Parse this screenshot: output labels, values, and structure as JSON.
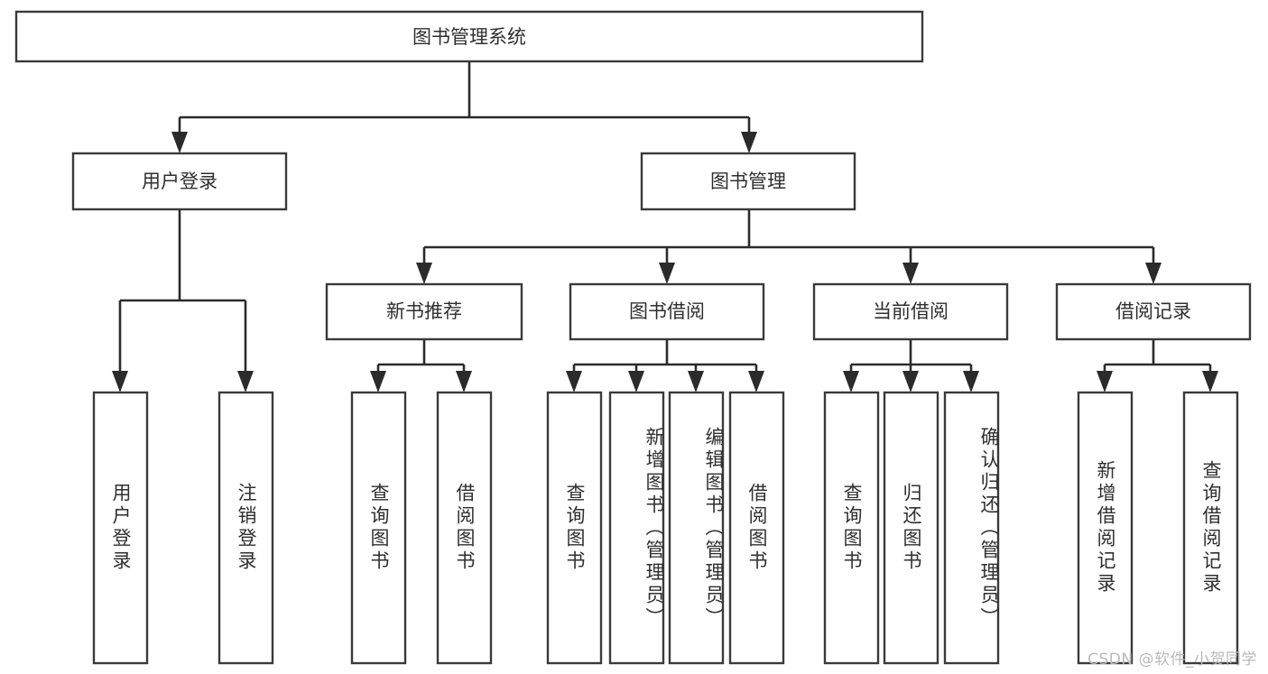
{
  "diagram": {
    "title": "图书管理系统",
    "root": {
      "label": "图书管理系统"
    },
    "level2": [
      {
        "label": "用户登录"
      },
      {
        "label": "图书管理"
      }
    ],
    "level3": [
      {
        "label": "新书推荐"
      },
      {
        "label": "图书借阅"
      },
      {
        "label": "当前借阅"
      },
      {
        "label": "借阅记录"
      }
    ],
    "leaves": [
      {
        "label": "用户登录"
      },
      {
        "label": "注销登录"
      },
      {
        "label": "查询图书"
      },
      {
        "label": "借阅图书"
      },
      {
        "label": "查询图书"
      },
      {
        "label": "新增图书（管理员）"
      },
      {
        "label": "编辑图书（管理员）"
      },
      {
        "label": "借阅图书"
      },
      {
        "label": "查询图书"
      },
      {
        "label": "归还图书"
      },
      {
        "label": "确认归还（管理员）"
      },
      {
        "label": "新增借阅记录"
      },
      {
        "label": "查询借阅记录"
      }
    ],
    "watermark": "CSDN @软件_小贺同学",
    "colors": {
      "box_stroke": "#3a3a3a",
      "connector": "#2b2b2b",
      "text": "#2f2f2f",
      "background": "#ffffff",
      "watermark": "#b9b9b9"
    }
  }
}
